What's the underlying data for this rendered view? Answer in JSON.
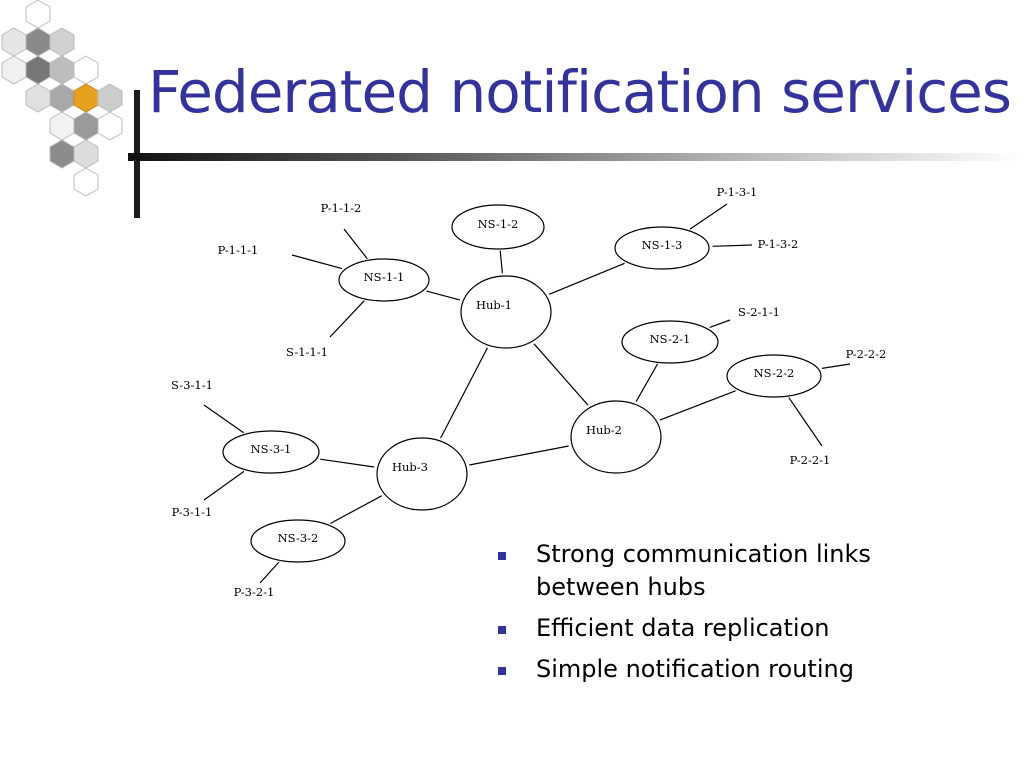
{
  "slide": {
    "title": "Federated notification services",
    "bullets": [
      "Strong communication links between hubs",
      "Efficient data replication",
      "Simple notification routing"
    ],
    "colors": {
      "title": "#333399",
      "bullet": "#333399",
      "accent": "#e8a020"
    }
  },
  "diagram": {
    "hubs": [
      {
        "id": "hub1",
        "label": "Hub-1"
      },
      {
        "id": "hub2",
        "label": "Hub-2"
      },
      {
        "id": "hub3",
        "label": "Hub-3"
      }
    ],
    "services": [
      {
        "id": "ns11",
        "label": "NS-1-1"
      },
      {
        "id": "ns12",
        "label": "NS-1-2"
      },
      {
        "id": "ns13",
        "label": "NS-1-3"
      },
      {
        "id": "ns21",
        "label": "NS-2-1"
      },
      {
        "id": "ns22",
        "label": "NS-2-2"
      },
      {
        "id": "ns31",
        "label": "NS-3-1"
      },
      {
        "id": "ns32",
        "label": "NS-3-2"
      }
    ],
    "endpoints": [
      {
        "id": "p112",
        "label": "P-1-1-2"
      },
      {
        "id": "p111",
        "label": "P-1-1-1"
      },
      {
        "id": "s111",
        "label": "S-1-1-1"
      },
      {
        "id": "p131",
        "label": "P-1-3-1"
      },
      {
        "id": "p132",
        "label": "P-1-3-2"
      },
      {
        "id": "s211",
        "label": "S-2-1-1"
      },
      {
        "id": "p222",
        "label": "P-2-2-2"
      },
      {
        "id": "p221",
        "label": "P-2-2-1"
      },
      {
        "id": "s311",
        "label": "S-3-1-1"
      },
      {
        "id": "p311",
        "label": "P-3-1-1"
      },
      {
        "id": "p321",
        "label": "P-3-2-1"
      }
    ],
    "links": [
      [
        "hub1",
        "hub2"
      ],
      [
        "hub1",
        "hub3"
      ],
      [
        "hub2",
        "hub3"
      ],
      [
        "hub1",
        "ns11"
      ],
      [
        "hub1",
        "ns12"
      ],
      [
        "hub1",
        "ns13"
      ],
      [
        "hub2",
        "ns21"
      ],
      [
        "hub2",
        "ns22"
      ],
      [
        "hub3",
        "ns31"
      ],
      [
        "hub3",
        "ns32"
      ],
      [
        "ns11",
        "p112"
      ],
      [
        "ns11",
        "p111"
      ],
      [
        "ns11",
        "s111"
      ],
      [
        "ns13",
        "p131"
      ],
      [
        "ns13",
        "p132"
      ],
      [
        "ns21",
        "s211"
      ],
      [
        "ns22",
        "p222"
      ],
      [
        "ns22",
        "p221"
      ],
      [
        "ns31",
        "s311"
      ],
      [
        "ns31",
        "p311"
      ],
      [
        "ns32",
        "p321"
      ]
    ]
  }
}
